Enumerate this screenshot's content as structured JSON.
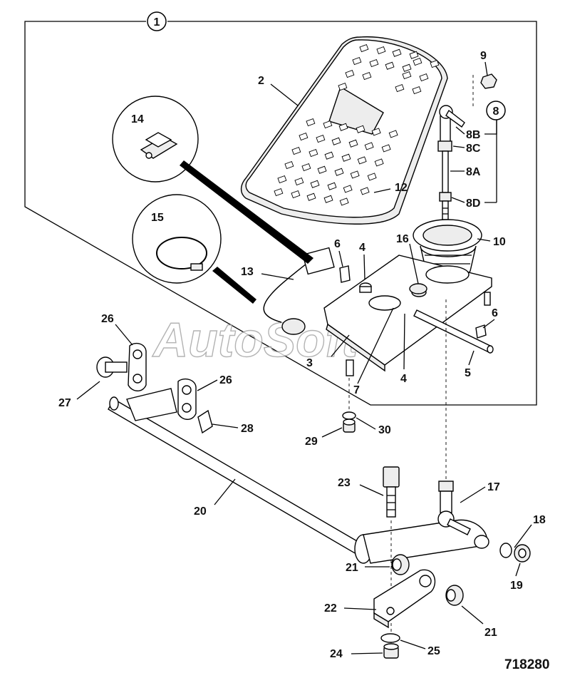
{
  "diagram": {
    "drawing_number": "718280",
    "watermark": "AutoSoft",
    "callouts": {
      "c1": "1",
      "c2": "2",
      "c3": "3",
      "c4a": "4",
      "c4b": "4",
      "c5": "5",
      "c6a": "6",
      "c6b": "6",
      "c7": "7",
      "c8": "8",
      "c8A": "8A",
      "c8B": "8B",
      "c8C": "8C",
      "c8D": "8D",
      "c9": "9",
      "c10": "10",
      "c12": "12",
      "c13": "13",
      "c14": "14",
      "c15": "15",
      "c16": "16",
      "c17": "17",
      "c18": "18",
      "c19": "19",
      "c20": "20",
      "c21a": "21",
      "c21b": "21",
      "c22": "22",
      "c23": "23",
      "c24": "24",
      "c25": "25",
      "c26a": "26",
      "c26b": "26",
      "c27": "27",
      "c28": "28",
      "c29": "29",
      "c30": "30"
    }
  }
}
